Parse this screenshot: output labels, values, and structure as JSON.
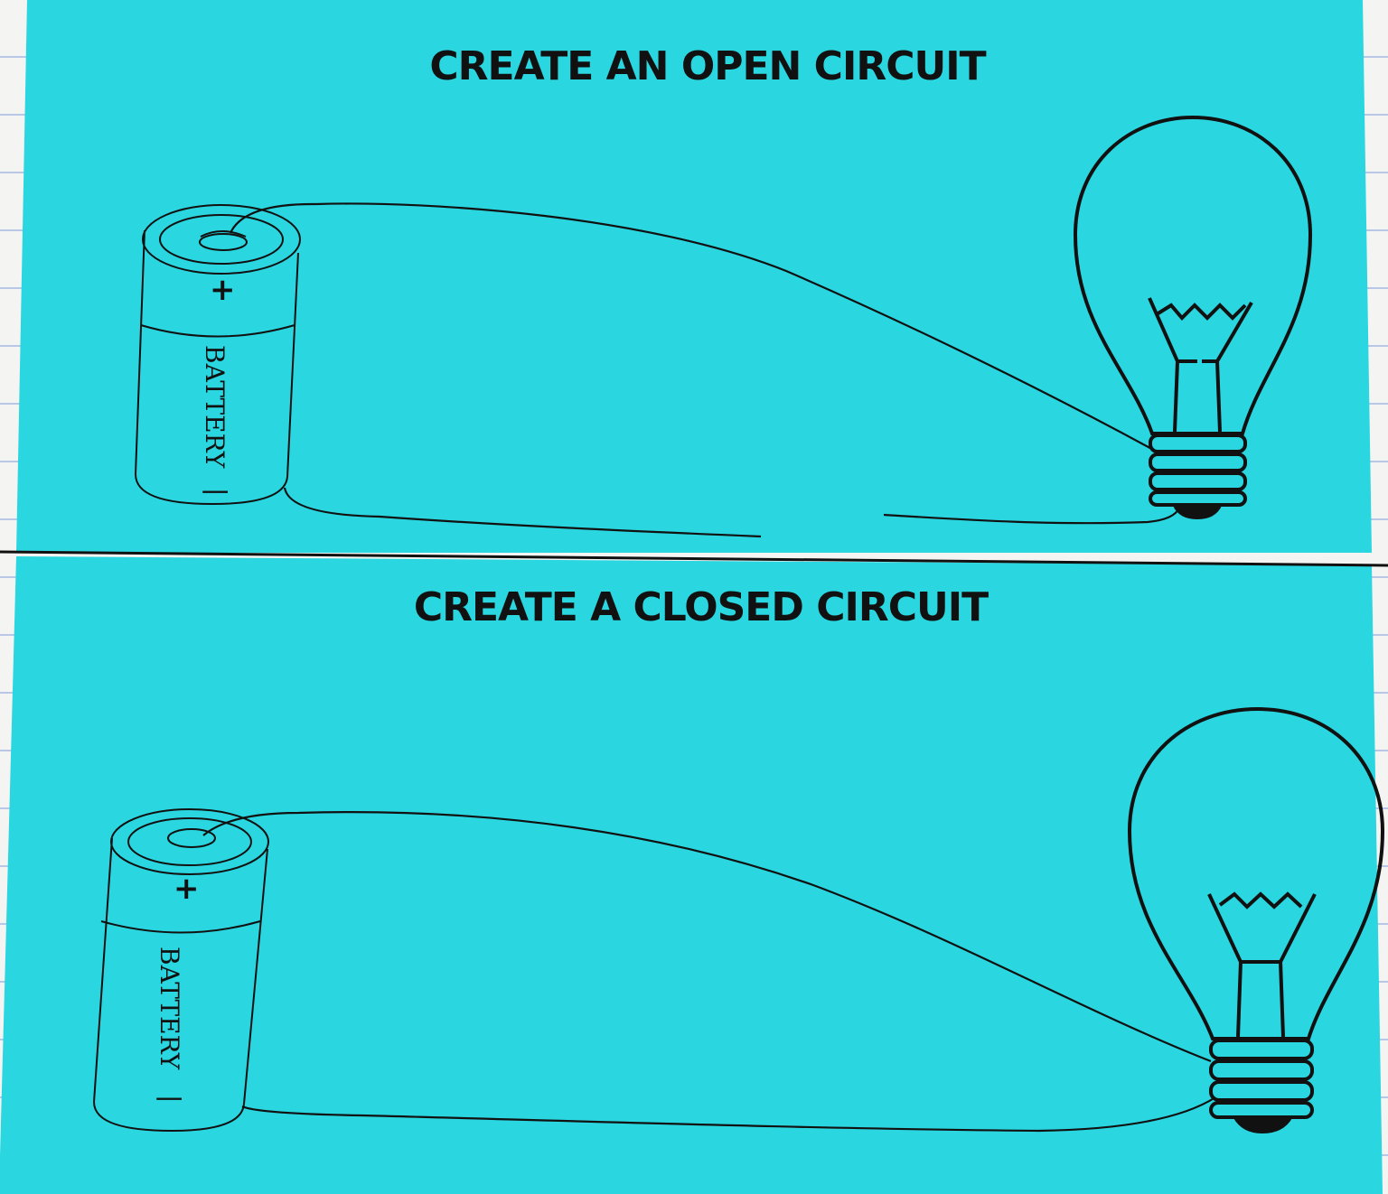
{
  "colors": {
    "card": "#2ad6df",
    "ink": "#111111",
    "notebook_line": "#b9c6e6",
    "background": "#f4f4f2"
  },
  "panels": [
    {
      "title": "CREATE AN OPEN CIRCUIT",
      "battery": {
        "plus_label": "+",
        "label": "BATTERY",
        "minus_label": "|"
      },
      "circuit_state": "open"
    },
    {
      "title": "CREATE A CLOSED CIRCUIT",
      "battery": {
        "plus_label": "+",
        "label": "BATTERY",
        "minus_label": "|"
      },
      "circuit_state": "closed"
    }
  ]
}
